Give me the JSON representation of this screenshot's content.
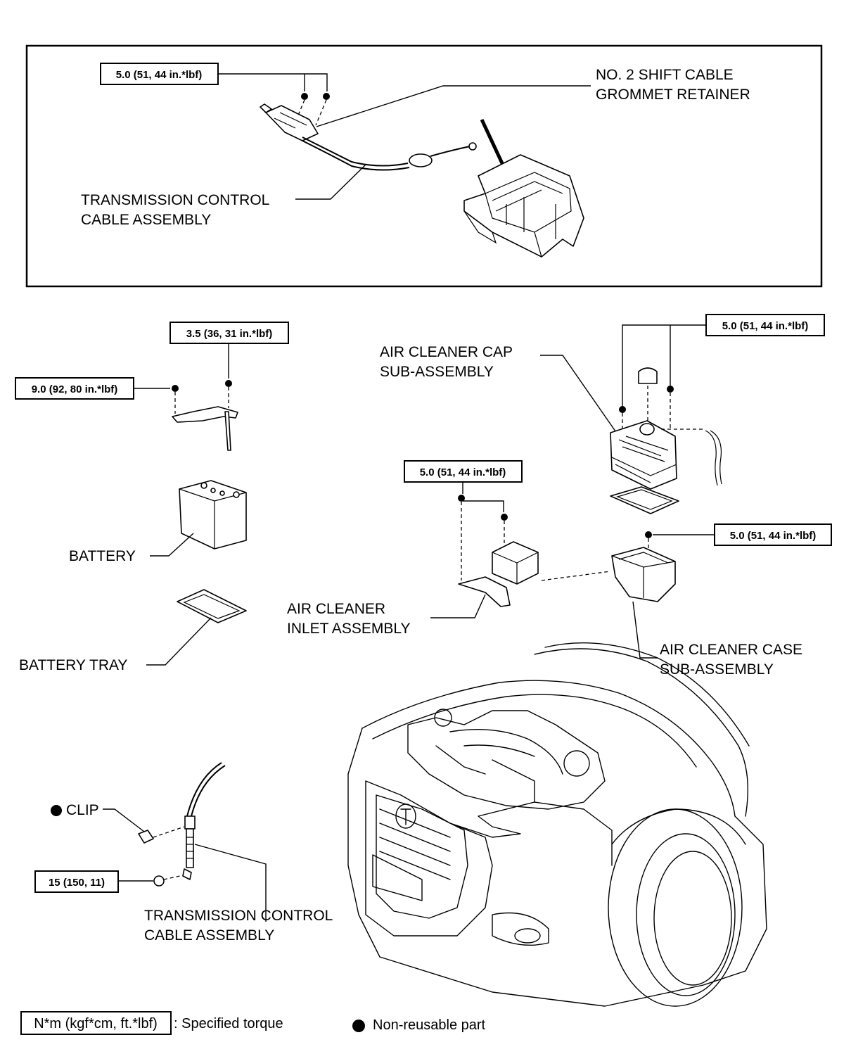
{
  "labels": {
    "shift_cable_retainer": [
      "NO. 2 SHIFT CABLE",
      "GROMMET RETAINER"
    ],
    "trans_cable_top": [
      "TRANSMISSION CONTROL",
      "CABLE ASSEMBLY"
    ],
    "air_cleaner_cap": [
      "AIR CLEANER CAP",
      "SUB-ASSEMBLY"
    ],
    "battery": "BATTERY",
    "battery_tray": "BATTERY TRAY",
    "air_cleaner_inlet": [
      "AIR CLEANER",
      "INLET ASSEMBLY"
    ],
    "air_cleaner_case": [
      "AIR CLEANER CASE",
      "SUB-ASSEMBLY"
    ],
    "clip": "CLIP",
    "trans_cable_bottom": [
      "TRANSMISSION CONTROL",
      "CABLE ASSEMBLY"
    ]
  },
  "torques": {
    "shift_cable_bolts": "5.0 (51, 44 in.*lbf)",
    "battery_clamp_nut": "3.5 (36, 31 in.*lbf)",
    "battery_clamp_bolt": "9.0 (92, 80 in.*lbf)",
    "air_cleaner_cap_bolts": "5.0 (51, 44 in.*lbf)",
    "air_cleaner_inlet_bolts": "5.0 (51, 44 in.*lbf)",
    "air_cleaner_case_bolt": "5.0 (51, 44 in.*lbf)",
    "cable_nut": "15 (150, 11)"
  },
  "legend": {
    "torque_key": "N*m (kgf*cm, ft.*lbf)",
    "torque_desc": ": Specified torque",
    "nonreusable_desc": "Non-reusable part"
  }
}
